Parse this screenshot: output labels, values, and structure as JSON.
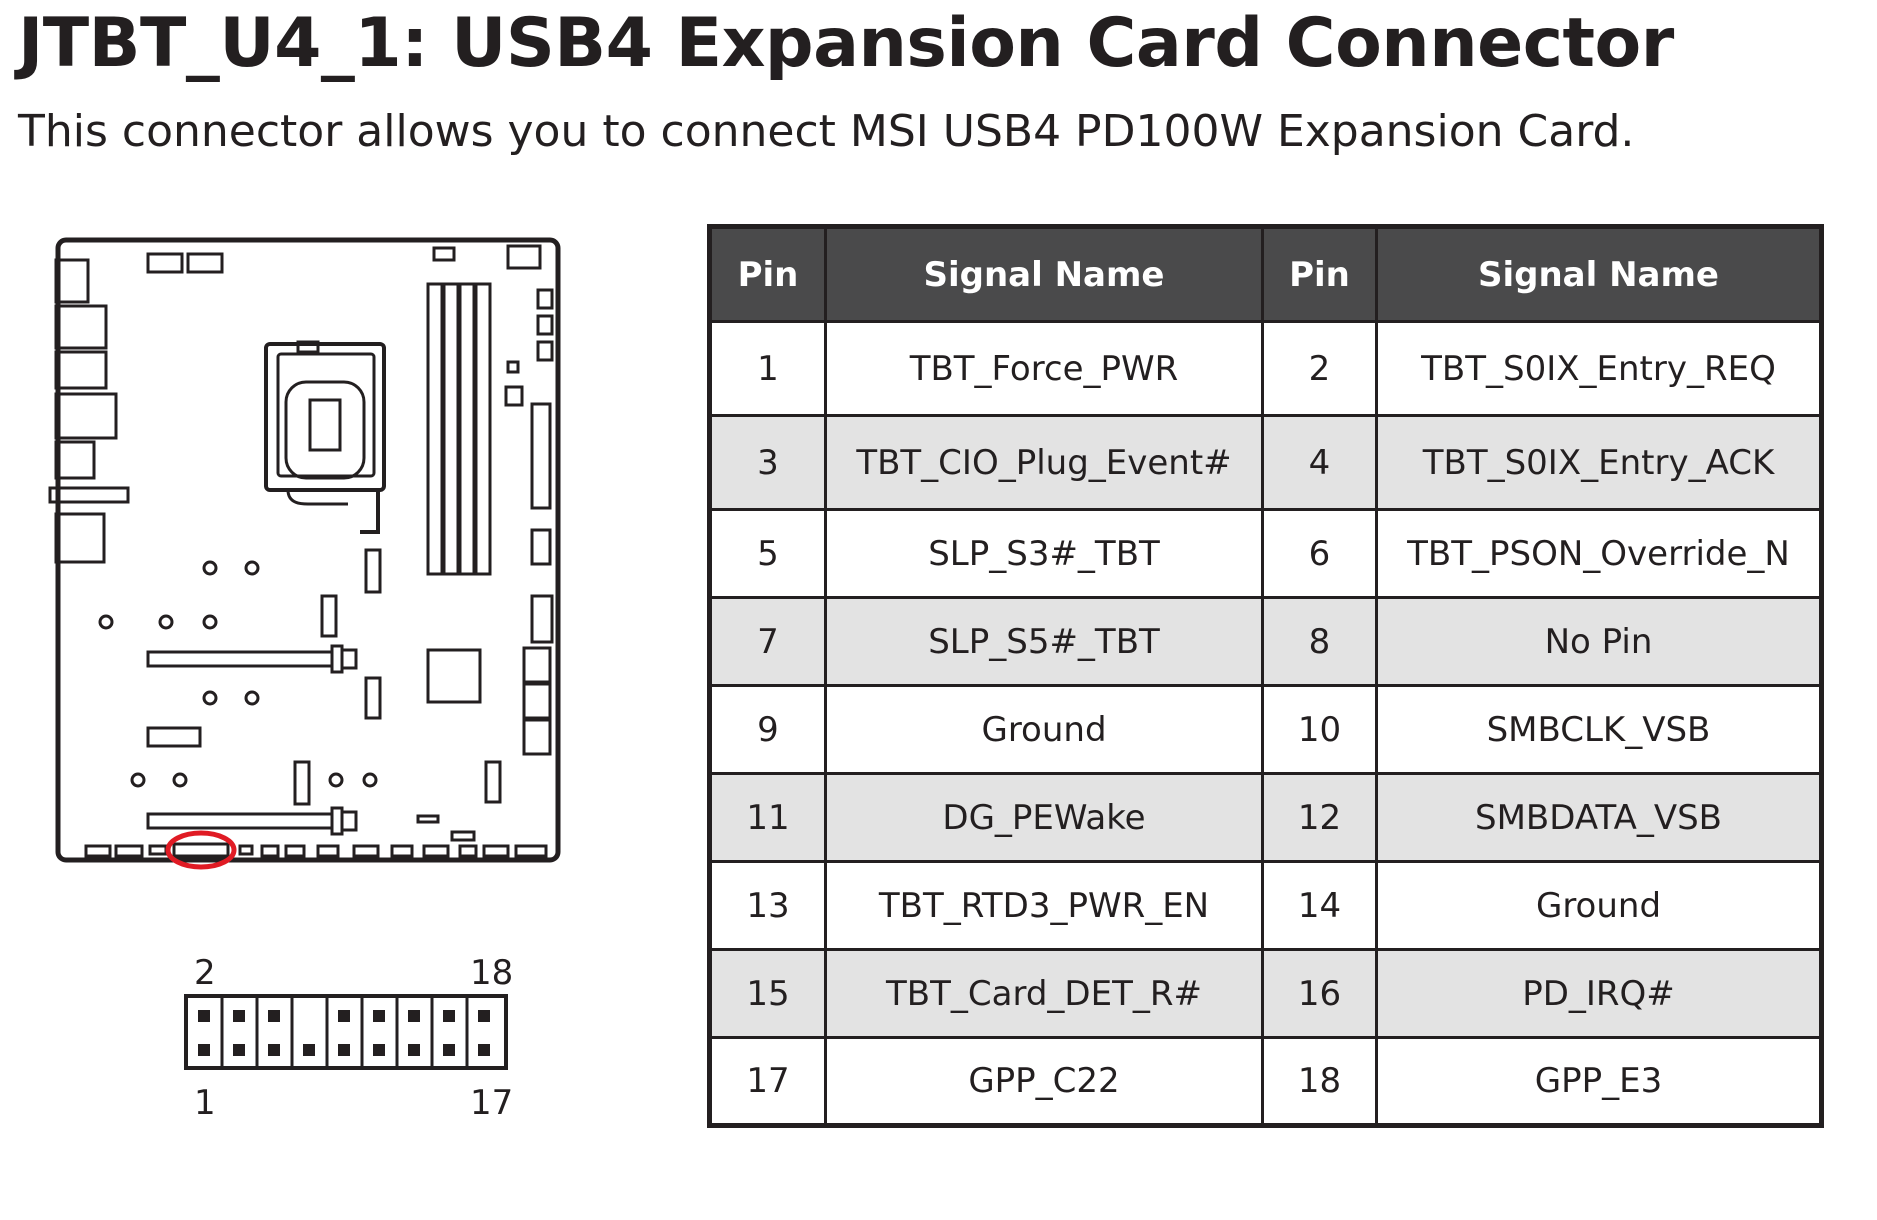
{
  "page": {
    "title": "JTBT_U4_1: USB4 Expansion Card Connector",
    "description": "This connector allows you to connect MSI USB4 PD100W Expansion Card."
  },
  "connector_diagram": {
    "label_top_left": "2",
    "label_top_right": "18",
    "label_bottom_left": "1",
    "label_bottom_right": "17"
  },
  "colors": {
    "header_bg": "#4a4a4b",
    "stripe_bg": "#e3e3e3",
    "highlight": "#e01b24",
    "ink": "#231f20"
  },
  "pin_table": {
    "headers": [
      "Pin",
      "Signal Name",
      "Pin",
      "Signal Name"
    ],
    "rows": [
      {
        "pin_a": "1",
        "signal_a": "TBT_Force_PWR",
        "pin_b": "2",
        "signal_b": "TBT_S0IX_Entry_REQ"
      },
      {
        "pin_a": "3",
        "signal_a": "TBT_CIO_Plug_Event#",
        "pin_b": "4",
        "signal_b": "TBT_S0IX_Entry_ACK"
      },
      {
        "pin_a": "5",
        "signal_a": "SLP_S3#_TBT",
        "pin_b": "6",
        "signal_b": "TBT_PSON_Override_N"
      },
      {
        "pin_a": "7",
        "signal_a": "SLP_S5#_TBT",
        "pin_b": "8",
        "signal_b": "No Pin"
      },
      {
        "pin_a": "9",
        "signal_a": "Ground",
        "pin_b": "10",
        "signal_b": "SMBCLK_VSB"
      },
      {
        "pin_a": "11",
        "signal_a": "DG_PEWake",
        "pin_b": "12",
        "signal_b": "SMBDATA_VSB"
      },
      {
        "pin_a": "13",
        "signal_a": "TBT_RTD3_PWR_EN",
        "pin_b": "14",
        "signal_b": "Ground"
      },
      {
        "pin_a": "15",
        "signal_a": "TBT_Card_DET_R#",
        "pin_b": "16",
        "signal_b": "PD_IRQ#"
      },
      {
        "pin_a": "17",
        "signal_a": "GPP_C22",
        "pin_b": "18",
        "signal_b": "GPP_E3"
      }
    ]
  }
}
